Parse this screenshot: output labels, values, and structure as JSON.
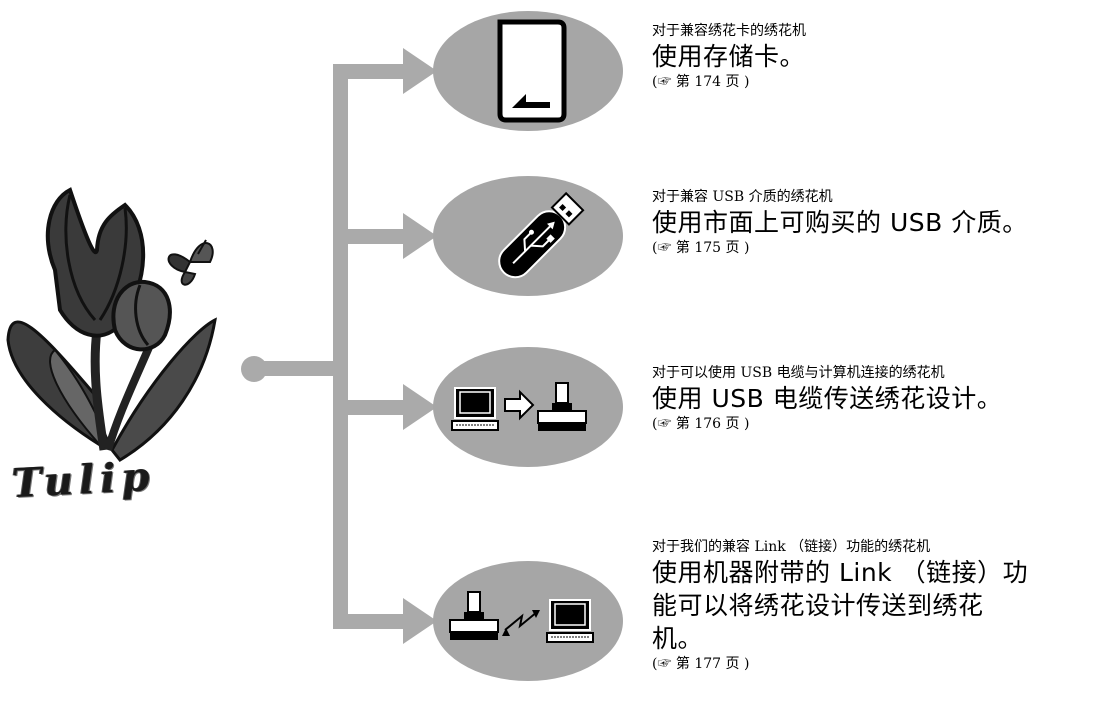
{
  "logo": {
    "text": "Tulip"
  },
  "methods": [
    {
      "condition": "对于兼容绣花卡的绣花机",
      "title": "使用存储卡。",
      "reference": "(☞ 第 174 页 )",
      "icon": "memory-card-icon"
    },
    {
      "condition": "对于兼容 USB 介质的绣花机",
      "title": "使用市面上可购买的 USB 介质。",
      "reference": "(☞ 第 175 页 )",
      "icon": "usb-drive-icon"
    },
    {
      "condition": "对于可以使用 USB 电缆与计算机连接的绣花机",
      "title": "使用 USB 电缆传送绣花设计。",
      "reference": "(☞ 第 176 页 )",
      "icon": "computer-to-machine-icon"
    },
    {
      "condition": "对于我们的兼容 Link （链接）功能的绣花机",
      "title": "使用机器附带的 Link （链接）功\n能可以将绣花设计传送到绣花\n机。",
      "reference": "(☞ 第 177 页 )",
      "icon": "machine-link-computer-icon"
    }
  ],
  "colors": {
    "connector": "#aaaaaa",
    "oval": "#a6a6a6",
    "ink": "#000000"
  }
}
